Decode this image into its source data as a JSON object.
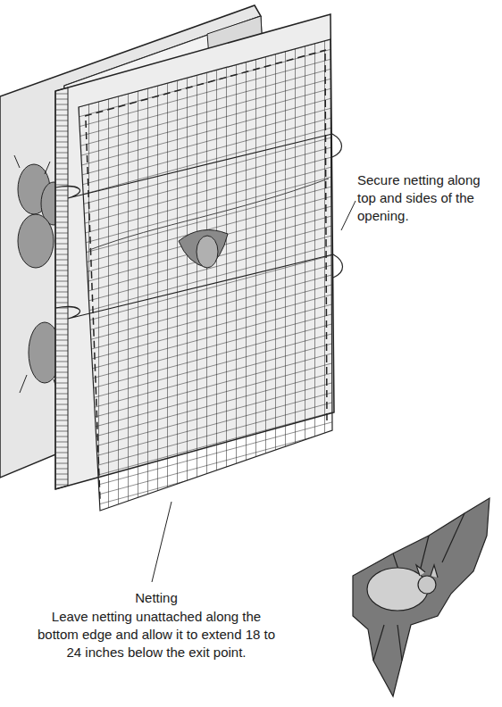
{
  "diagram": {
    "labels": [
      "Secure netting along top and sides of the opening.",
      "Netting",
      "Leave netting unattached along the bottom edge and allow it to extend 18 to 24 inches below the exit point."
    ]
  }
}
